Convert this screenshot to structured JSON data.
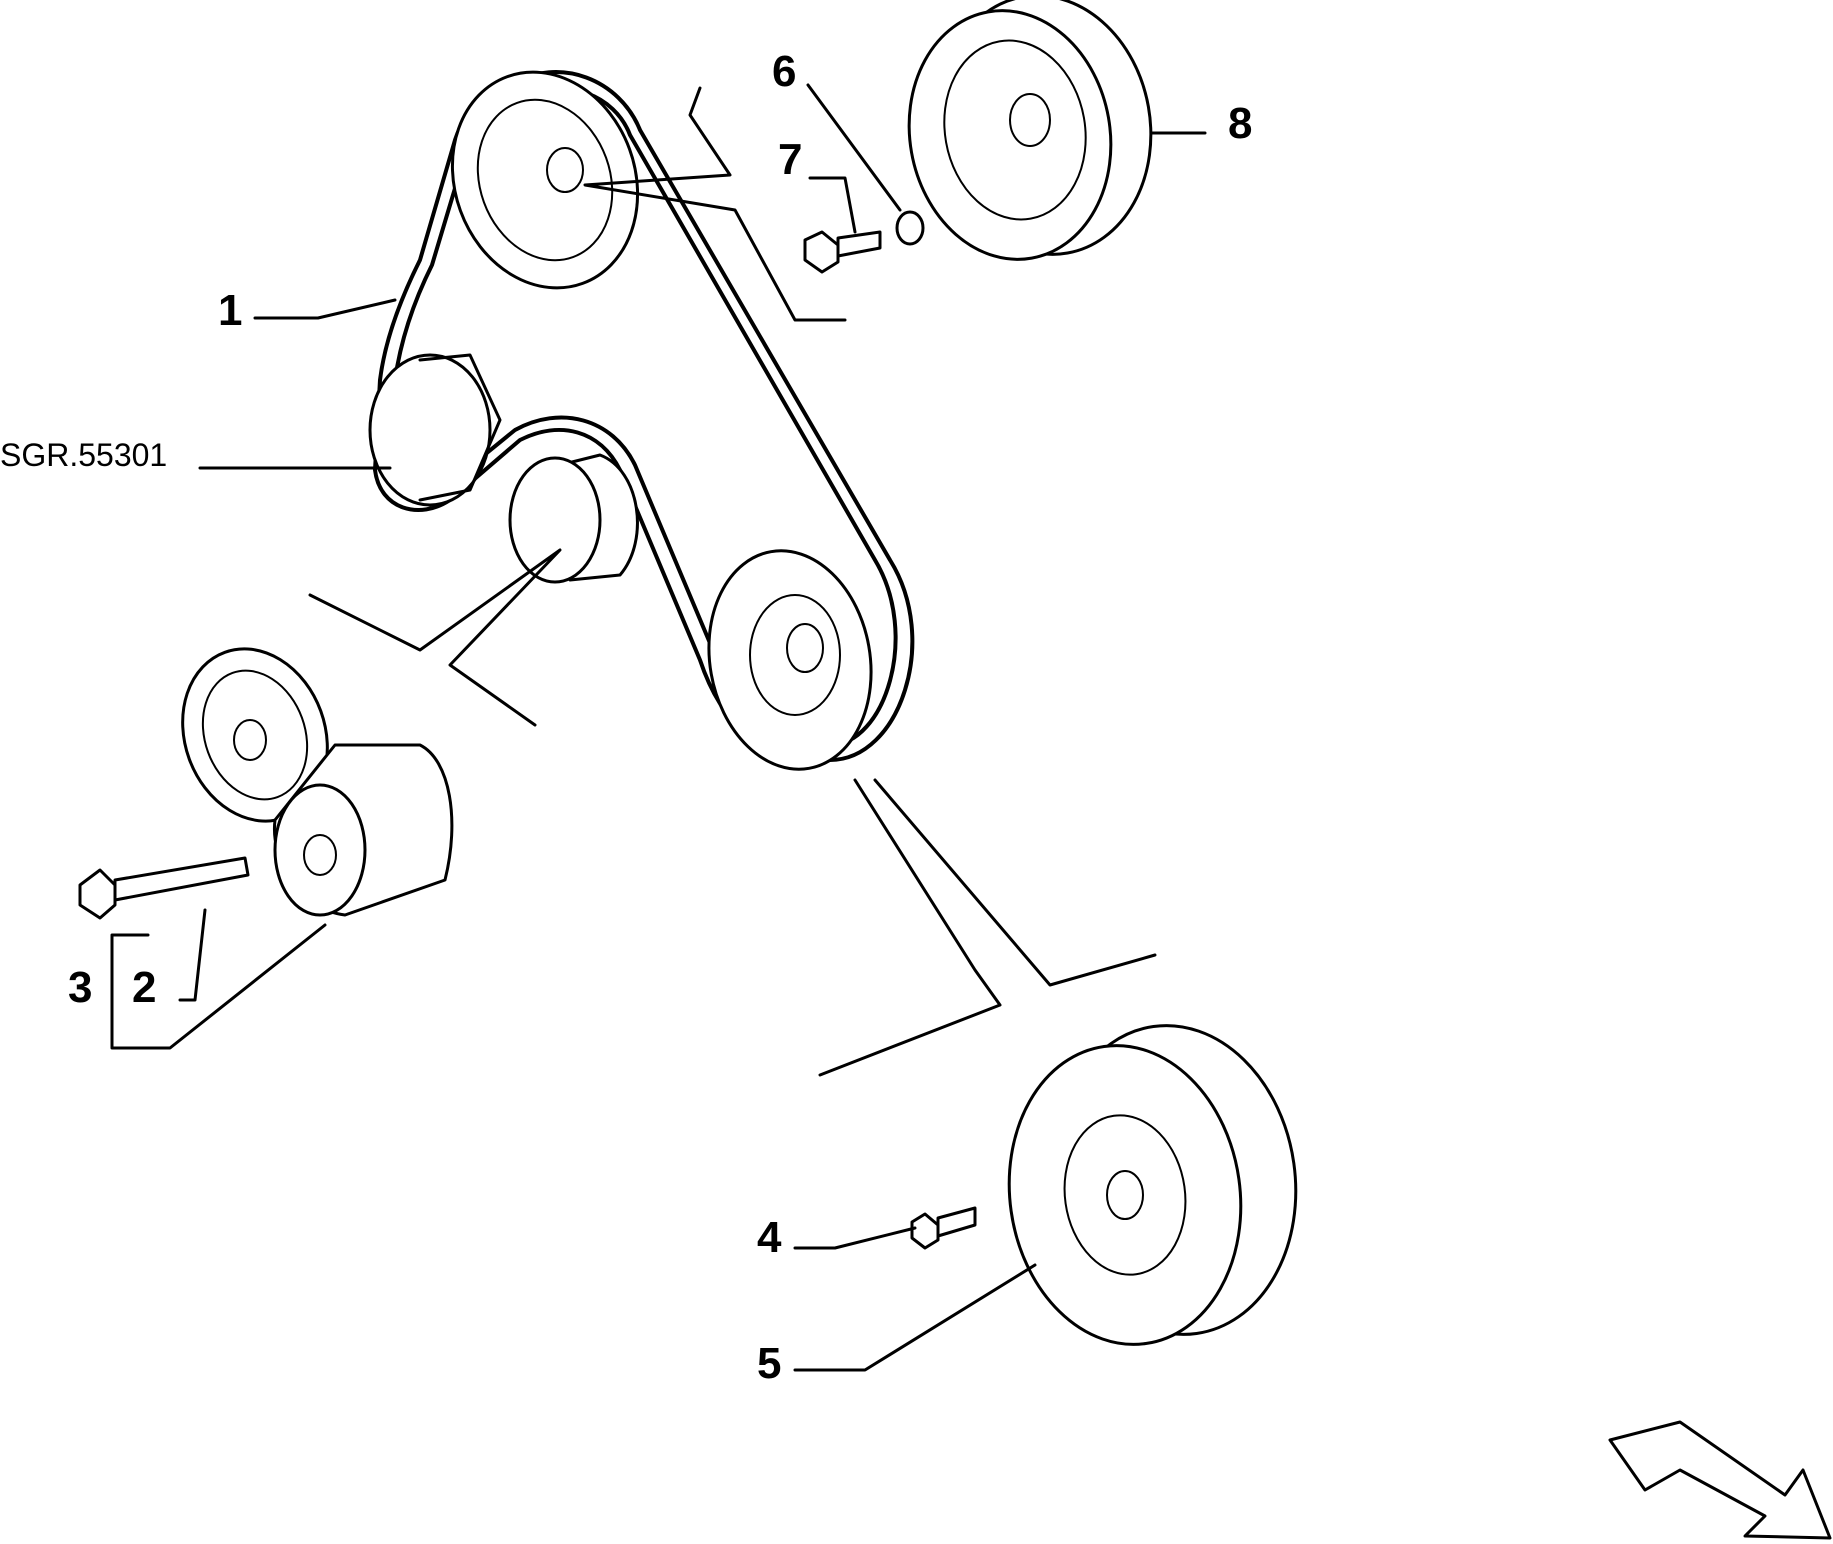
{
  "diagram": {
    "reference_code": "SGR.55301",
    "callouts": {
      "c1": "1",
      "c2": "2",
      "c3": "3",
      "c4": "4",
      "c5": "5",
      "c6": "6",
      "c7": "7",
      "c8": "8"
    },
    "direction_arrow_icon": "front-direction-arrow-icon"
  }
}
